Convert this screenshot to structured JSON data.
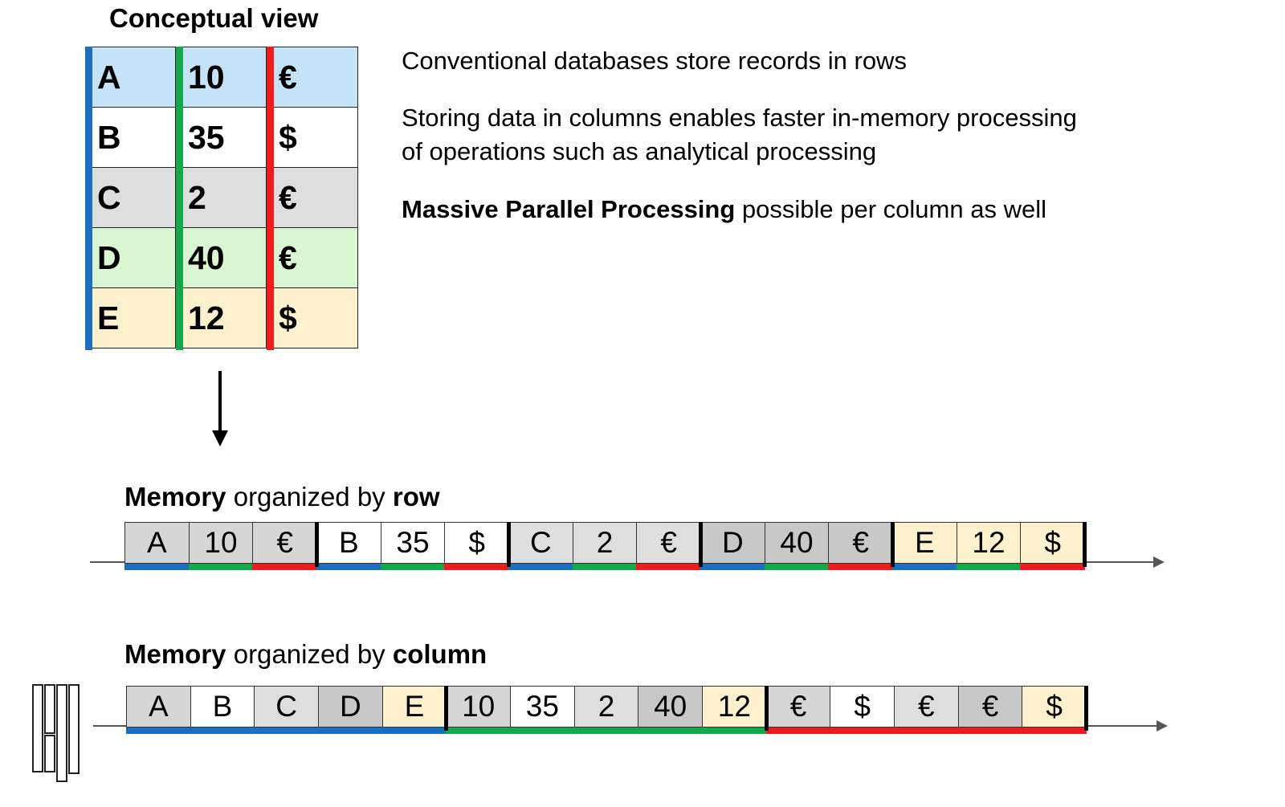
{
  "conceptual": {
    "title": "Conceptual view",
    "rows": [
      {
        "c1": "A",
        "c2": "10",
        "c3": "€",
        "bg": "#c5e3f8"
      },
      {
        "c1": "B",
        "c2": "35",
        "c3": "$",
        "bg": "#ffffff"
      },
      {
        "c1": "C",
        "c2": "2",
        "c3": "€",
        "bg": "#dedede"
      },
      {
        "c1": "D",
        "c2": "40",
        "c3": "€",
        "bg": "#d9f5d2"
      },
      {
        "c1": "E",
        "c2": "12",
        "c3": "$",
        "bg": "#fdf0cc"
      }
    ],
    "column_colors": [
      "#1c6fbf",
      "#13a84a",
      "#ee1c1c"
    ]
  },
  "notes": {
    "line1": "Conventional databases store records in rows",
    "line2a": "Storing data in columns enables faster in-memory processing",
    "line2b": "of operations such as analytical processing",
    "line3_bold": "Massive Parallel Processing",
    "line3_rest": " possible per column as well"
  },
  "row_memory": {
    "label_bold1": "Memory",
    "label_mid": " organized by ",
    "label_bold2": "row",
    "cells": [
      {
        "t": "A",
        "bg": "#d6d6d6",
        "c": "#1c6fbf"
      },
      {
        "t": "10",
        "bg": "#d6d6d6",
        "c": "#13a84a"
      },
      {
        "t": "€",
        "bg": "#d6d6d6",
        "c": "#ee1c1c"
      },
      {
        "t": "B",
        "bg": "#ffffff",
        "c": "#1c6fbf"
      },
      {
        "t": "35",
        "bg": "#ffffff",
        "c": "#13a84a"
      },
      {
        "t": "$",
        "bg": "#ffffff",
        "c": "#ee1c1c"
      },
      {
        "t": "C",
        "bg": "#dedede",
        "c": "#1c6fbf"
      },
      {
        "t": "2",
        "bg": "#dedede",
        "c": "#13a84a"
      },
      {
        "t": "€",
        "bg": "#dedede",
        "c": "#ee1c1c"
      },
      {
        "t": "D",
        "bg": "#c8c8c8",
        "c": "#1c6fbf"
      },
      {
        "t": "40",
        "bg": "#c8c8c8",
        "c": "#13a84a"
      },
      {
        "t": "€",
        "bg": "#c8c8c8",
        "c": "#ee1c1c"
      },
      {
        "t": "E",
        "bg": "#fdf0cc",
        "c": "#1c6fbf"
      },
      {
        "t": "12",
        "bg": "#fdf0cc",
        "c": "#13a84a"
      },
      {
        "t": "$",
        "bg": "#fdf0cc",
        "c": "#ee1c1c"
      }
    ]
  },
  "column_memory": {
    "label_bold1": "Memory",
    "label_mid": " organized by ",
    "label_bold2": "column",
    "cells": [
      {
        "t": "A",
        "bg": "#d6d6d6",
        "c": "#1c6fbf"
      },
      {
        "t": "B",
        "bg": "#ffffff",
        "c": "#1c6fbf"
      },
      {
        "t": "C",
        "bg": "#dedede",
        "c": "#1c6fbf"
      },
      {
        "t": "D",
        "bg": "#c8c8c8",
        "c": "#1c6fbf"
      },
      {
        "t": "E",
        "bg": "#fdf0cc",
        "c": "#1c6fbf"
      },
      {
        "t": "10",
        "bg": "#d6d6d6",
        "c": "#13a84a"
      },
      {
        "t": "35",
        "bg": "#ffffff",
        "c": "#13a84a"
      },
      {
        "t": "2",
        "bg": "#dedede",
        "c": "#13a84a"
      },
      {
        "t": "40",
        "bg": "#c8c8c8",
        "c": "#13a84a"
      },
      {
        "t": "12",
        "bg": "#fdf0cc",
        "c": "#13a84a"
      },
      {
        "t": "€",
        "bg": "#d6d6d6",
        "c": "#ee1c1c"
      },
      {
        "t": "$",
        "bg": "#ffffff",
        "c": "#ee1c1c"
      },
      {
        "t": "€",
        "bg": "#dedede",
        "c": "#ee1c1c"
      },
      {
        "t": "€",
        "bg": "#c8c8c8",
        "c": "#ee1c1c"
      },
      {
        "t": "$",
        "bg": "#fdf0cc",
        "c": "#ee1c1c"
      }
    ]
  },
  "icons": {
    "columnar": "columnar-store-icon",
    "arrow": "arrow-down-icon"
  }
}
